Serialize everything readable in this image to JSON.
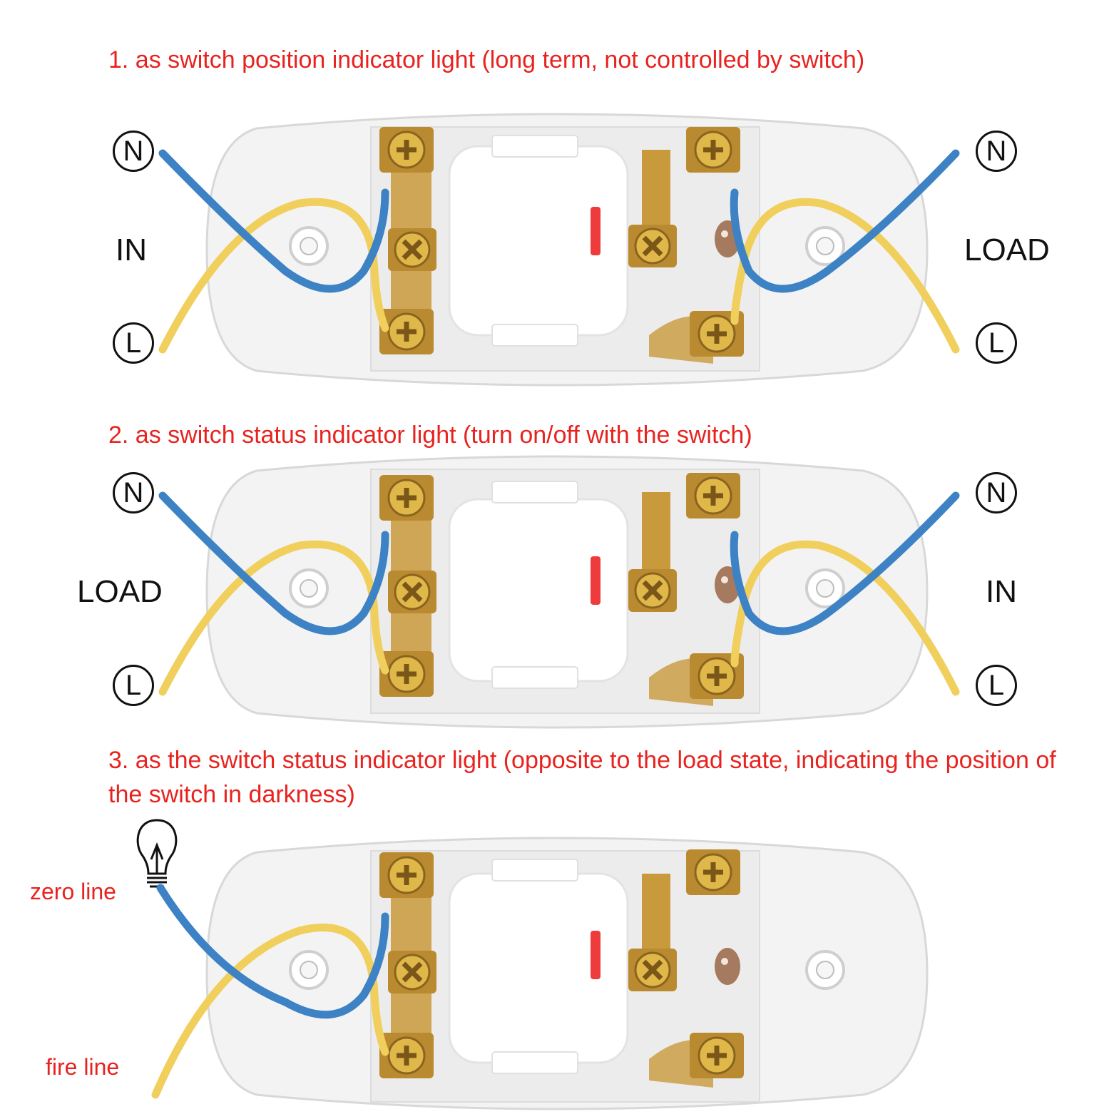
{
  "diagrams": [
    {
      "caption": "1. as switch position indicator light (long term, not controlled by switch)",
      "left_side_label": "IN",
      "right_side_label": "LOAD",
      "terminals": {
        "neutral": "N",
        "live": "L"
      }
    },
    {
      "caption": "2. as switch status indicator light (turn on/off with the switch)",
      "left_side_label": "LOAD",
      "right_side_label": "IN",
      "terminals": {
        "neutral": "N",
        "live": "L"
      }
    },
    {
      "caption": "3. as the switch status indicator light (opposite to the load state, indicating the position of the switch in darkness)",
      "zero_line_label": "zero line",
      "fire_line_label": "fire line"
    }
  ],
  "colors": {
    "caption": "#e8231f",
    "neutral_wire": "#3d82c4",
    "live_wire": "#f0cf5c",
    "brass": "#c99a3c",
    "indicator": "#ee3b3b"
  },
  "icons": [
    "light-bulb-icon",
    "screw-terminal-icon",
    "toggle-switch-icon",
    "indicator-led-icon"
  ]
}
